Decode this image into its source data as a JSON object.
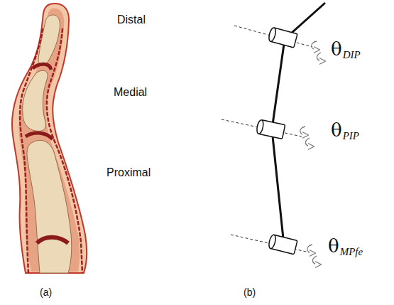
{
  "diagram": {
    "labels": [
      "Distal",
      "Medial",
      "Proximal",
      "θ",
      "DIP",
      "θ",
      "PIP",
      "θ",
      "MPfe",
      "(a)",
      "(b)"
    ]
  }
}
